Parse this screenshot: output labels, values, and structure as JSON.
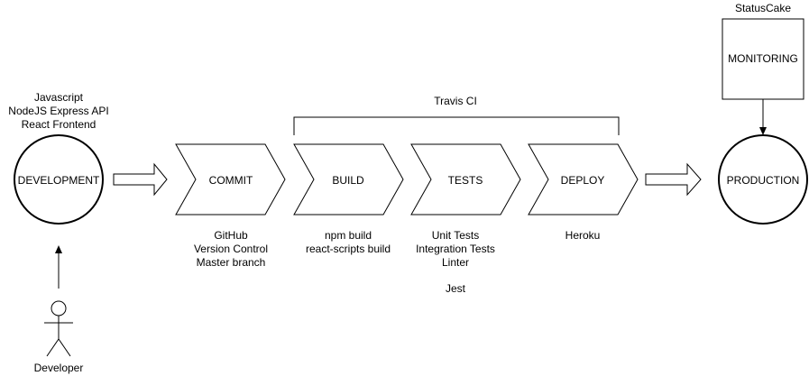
{
  "colors": {
    "stroke": "#000000",
    "fill": "#ffffff",
    "text": "#000000"
  },
  "development": {
    "label": "DEVELOPMENT",
    "tech": [
      "Javascript",
      "NodeJS Express API",
      "React Frontend"
    ]
  },
  "developer": {
    "label": "Developer",
    "icon": "person-icon"
  },
  "travis": {
    "label": "Travis CI"
  },
  "stages": [
    {
      "label": "COMMIT",
      "notes": [
        "GitHub",
        "Version Control",
        "Master branch"
      ]
    },
    {
      "label": "BUILD",
      "notes": [
        "npm build",
        "react-scripts build"
      ]
    },
    {
      "label": "TESTS",
      "notes": [
        "Unit Tests",
        "Integration Tests",
        "Linter"
      ],
      "extra": "Jest"
    },
    {
      "label": "DEPLOY",
      "notes": [
        "Heroku"
      ]
    }
  ],
  "monitoring": {
    "label": "MONITORING",
    "provider": "StatusCake"
  },
  "production": {
    "label": "PRODUCTION"
  }
}
